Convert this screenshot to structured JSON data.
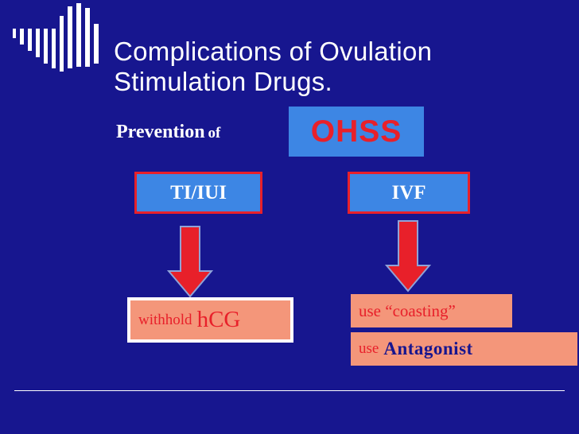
{
  "slide": {
    "title_line1": "Complications of Ovulation",
    "title_line2": "Stimulation Drugs.",
    "prevention_word": "Prevention",
    "prevention_of": "of",
    "condition": "OHSS"
  },
  "methods": [
    {
      "label": "TI/IUI",
      "actions": [
        {
          "lead": "withhold",
          "drug": "hCG"
        }
      ]
    },
    {
      "label": "IVF",
      "actions": [
        {
          "text": "use “coasting”"
        },
        {
          "lead": "use",
          "drug": "Antagonist"
        }
      ]
    }
  ],
  "colors": {
    "background": "#17168f",
    "box_fill": "#3d86e4",
    "accent_red": "#e8202a",
    "salmon": "#f4967a",
    "text_white": "#ffffff"
  }
}
